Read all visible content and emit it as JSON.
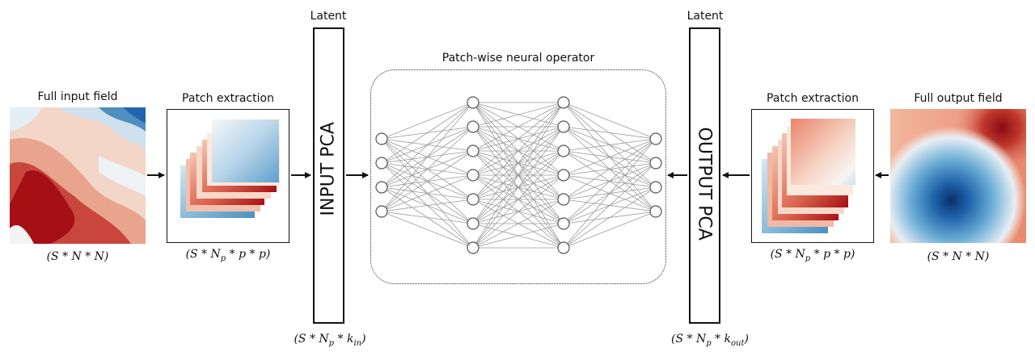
{
  "input_field": {
    "title": "Full input field",
    "shape_label": "(S * N * N)"
  },
  "input_patch": {
    "title": "Patch extraction",
    "shape_prefix": "(S * N",
    "shape_sub": "p",
    "shape_suffix": " * p * p)"
  },
  "input_latent": {
    "title": "Latent",
    "pca_label": "INPUT PCA",
    "shape_prefix": "(S * N",
    "shape_sub1": "p",
    "shape_mid": " * k",
    "shape_sub2": "in",
    "shape_suffix": ")"
  },
  "operator": {
    "title": "Patch-wise neural operator",
    "layers": [
      4,
      7,
      7,
      4
    ]
  },
  "output_latent": {
    "title": "Latent",
    "pca_label": "OUTPUT PCA",
    "shape_prefix": "(S * N",
    "shape_sub1": "p",
    "shape_mid": " * k",
    "shape_sub2": "out",
    "shape_suffix": ")"
  },
  "output_patch": {
    "title": "Patch extraction",
    "shape_prefix": "(S * N",
    "shape_sub": "p",
    "shape_suffix": " * p * p)"
  },
  "output_field": {
    "title": "Full output field",
    "shape_label": "(S * N * N)"
  },
  "colors": {
    "red_dark": "#a50f15",
    "red_mid": "#de6b57",
    "light": "#f7f4f2",
    "blue_mid": "#6baed6",
    "blue_dark": "#08306b",
    "line": "#111111",
    "net_line": "#9a9a9a"
  }
}
